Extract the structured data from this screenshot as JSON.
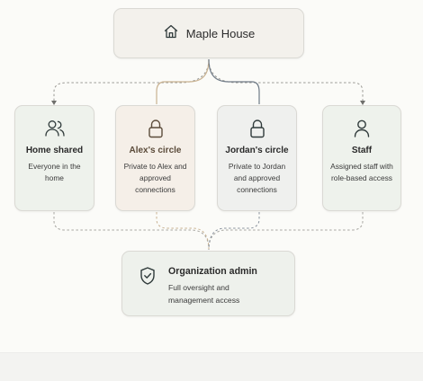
{
  "top_node": {
    "label": "Maple House",
    "icon": "home-icon"
  },
  "circles": [
    {
      "title": "Home shared",
      "description": "Everyone in the home",
      "icon": "people-icon"
    },
    {
      "title": "Alex's circle",
      "description": "Private to Alex and approved connections",
      "icon": "lock-icon"
    },
    {
      "title": "Jordan's circle",
      "description": "Private to Jordan and approved connections",
      "icon": "lock-icon"
    },
    {
      "title": "Staff",
      "description": "Assigned staff with role-based access",
      "icon": "person-icon"
    }
  ],
  "admin_node": {
    "title": "Organization admin",
    "description": "Full oversight and management access",
    "icon": "shield-check-icon"
  },
  "colors": {
    "alex_line": "#c9b291",
    "jordan_line": "#6f7a86",
    "dashed_line": "#9a9994",
    "icon_stroke": "#2f3a3a"
  }
}
